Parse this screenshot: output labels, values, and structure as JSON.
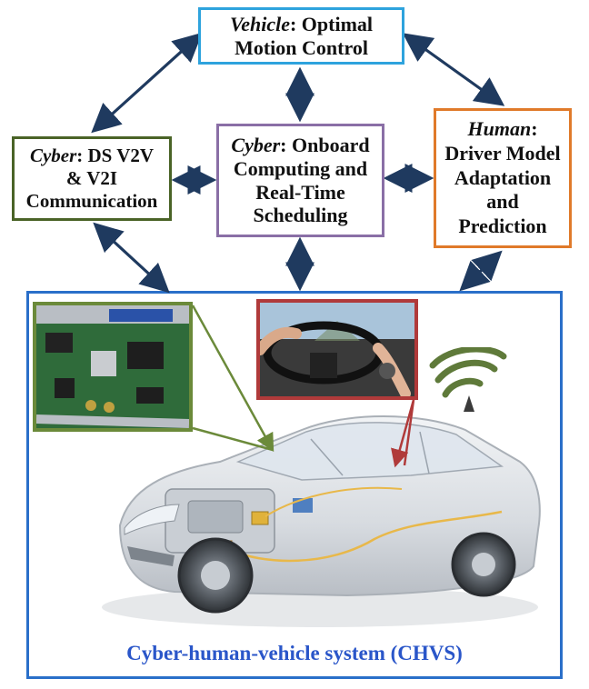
{
  "boxes": {
    "vehicle": {
      "label": "Vehicle",
      "line1_rest": ": Optimal",
      "line2": "Motion Control"
    },
    "cyber_left": {
      "label": "Cyber",
      "line1_rest": ": DS V2V",
      "line2": "& V2I",
      "line3": "Communication"
    },
    "cyber_center": {
      "label": "Cyber",
      "line1_rest": ": Onboard",
      "line2": "Computing and",
      "line3": "Real-Time",
      "line4": "Scheduling"
    },
    "human": {
      "label": "Human",
      "line1_rest": ":",
      "line2": "Driver Model",
      "line3": "Adaptation",
      "line4": "and",
      "line5": "Prediction"
    }
  },
  "chvs": {
    "caption": "Cyber-human-vehicle system (CHVS)"
  },
  "colors": {
    "vehicle_border": "#2ea3dd",
    "cyber_left_border": "#4a6327",
    "cyber_center_border": "#8a6fa6",
    "human_border": "#e07a2a",
    "chvs_border": "#2a6fc9",
    "caption_text": "#2a56c9",
    "arrow": "#1f3a5f",
    "ecu_connector": "#6b8a3a",
    "wheel_connector": "#b03a3a"
  },
  "icons": {
    "wireless": "wifi-signal-icon",
    "ecu": "circuit-board-image",
    "wheel": "steering-wheel-image",
    "car": "car-xray-image"
  }
}
